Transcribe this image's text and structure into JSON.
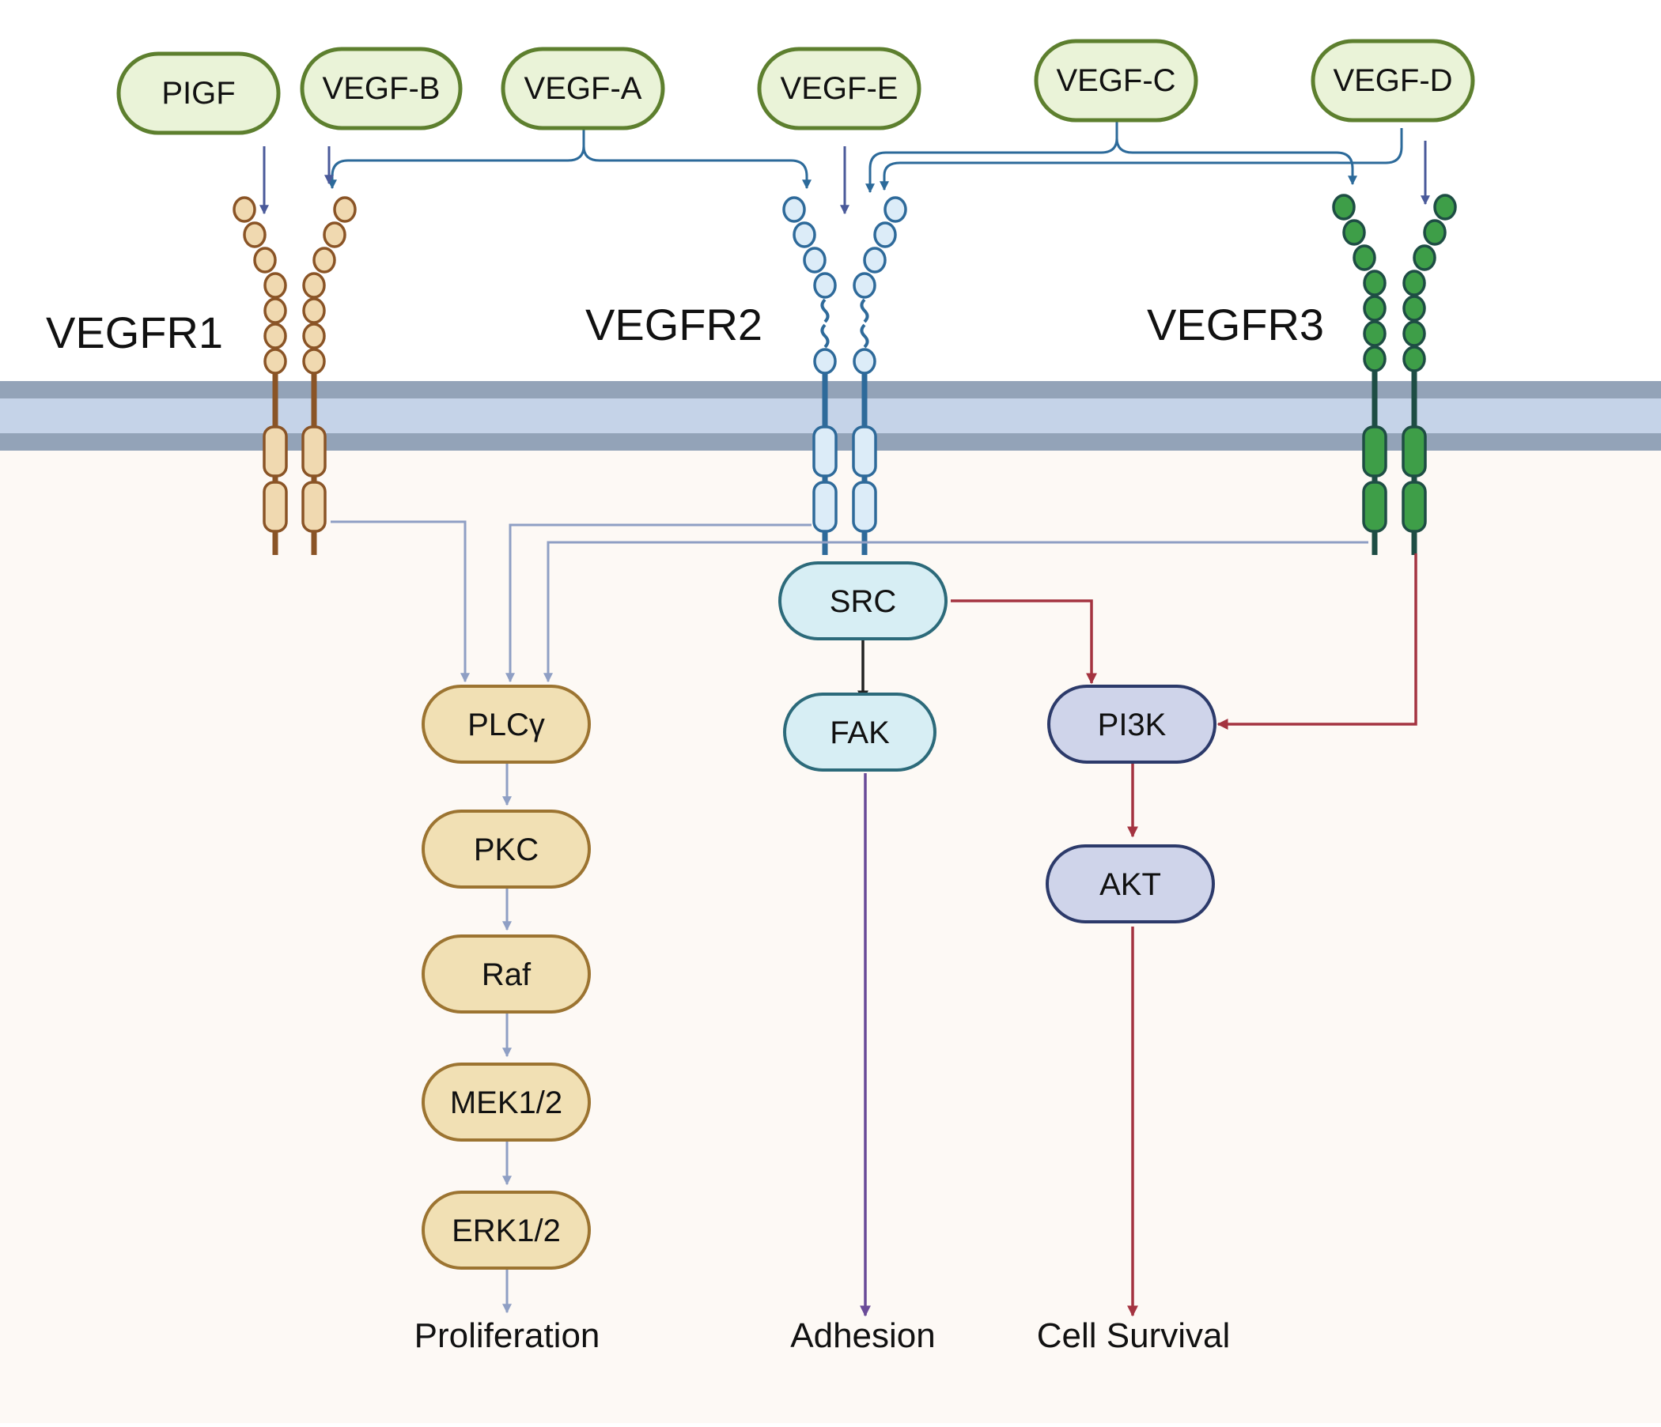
{
  "ligands": {
    "pigf": "PIGF",
    "vegf_b": "VEGF-B",
    "vegf_a": "VEGF-A",
    "vegf_e": "VEGF-E",
    "vegf_c": "VEGF-C",
    "vegf_d": "VEGF-D"
  },
  "receptors": {
    "vegfr1": "VEGFR1",
    "vegfr2": "VEGFR2",
    "vegfr3": "VEGFR3"
  },
  "nodes": {
    "plcg": "PLCγ",
    "pkc": "PKC",
    "raf": "Raf",
    "mek": "MEK1/2",
    "erk": "ERK1/2",
    "src": "SRC",
    "fak": "FAK",
    "pi3k": "PI3K",
    "akt": "AKT"
  },
  "outcomes": {
    "proliferation": "Proliferation",
    "adhesion": "Adhesion",
    "survival": "Cell Survival"
  },
  "colors": {
    "ligand_fill": "#eaf3d8",
    "ligand_stroke": "#5d7f2e",
    "vegfr1": "#8a5426",
    "vegfr1_fill": "#f0d9b0",
    "vegfr2": "#2e6a9a",
    "vegfr2_fill": "#dcecf8",
    "vegfr3": "#1e4d44",
    "vegfr3_fill": "#3e9e48",
    "membrane_dark": "#93a3b8",
    "membrane_light": "#c5d3e8",
    "cytoplasm": "#fdf9f5",
    "plc_path": "#8f9fc4",
    "plc_node_fill": "#f1e0b4",
    "plc_node_stroke": "#9c7431",
    "src_fill": "#d7eef4",
    "src_stroke": "#2c6a7a",
    "pi3k_fill": "#cfd4ea",
    "pi3k_stroke": "#2c3a6a",
    "red_path": "#a43340",
    "purple_path": "#6a4b98",
    "black_path": "#222222",
    "ligand_arrow": "#4a5a9a",
    "ligand_link": "#2c6a9a"
  }
}
